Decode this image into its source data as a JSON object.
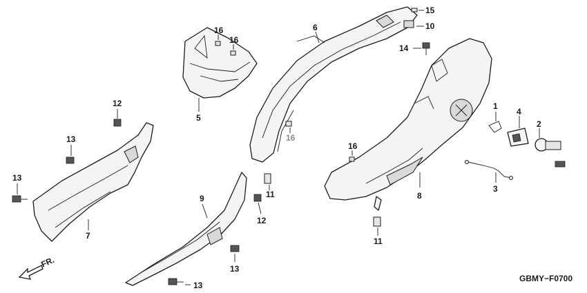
{
  "diagram_code": "GBMY−F0700",
  "direction_label": "FR.",
  "callouts": {
    "c1": "1",
    "c2": "2",
    "c3": "3",
    "c4": "4",
    "c5": "5",
    "c6": "6",
    "c7": "7",
    "c8": "8",
    "c9": "9",
    "c10": "10",
    "c11a": "11",
    "c11b": "11",
    "c12a": "12",
    "c12b": "12",
    "c13a": "13",
    "c13b": "13",
    "c13c": "13",
    "c13d": "13",
    "c14": "14",
    "c15": "15",
    "c16a": "16",
    "c16b": "16",
    "c16c": "16",
    "c16d": "16"
  }
}
